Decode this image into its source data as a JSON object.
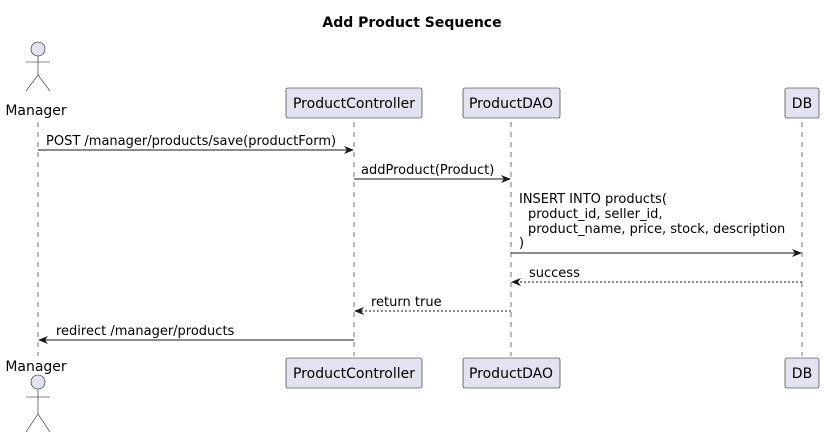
{
  "title": "Add Product Sequence",
  "participants": {
    "manager": "Manager",
    "controller": "ProductController",
    "dao": "ProductDAO",
    "db": "DB"
  },
  "messages": {
    "m1": "POST /manager/products/save(productForm)",
    "m2": "addProduct(Product)",
    "m3_line1": "INSERT INTO products(",
    "m3_line2": "product_id, seller_id,",
    "m3_line3": "product_name, price, stock, description",
    "m3_line4": ")",
    "m4": "success",
    "m5": "return true",
    "m6": "redirect /manager/products"
  }
}
